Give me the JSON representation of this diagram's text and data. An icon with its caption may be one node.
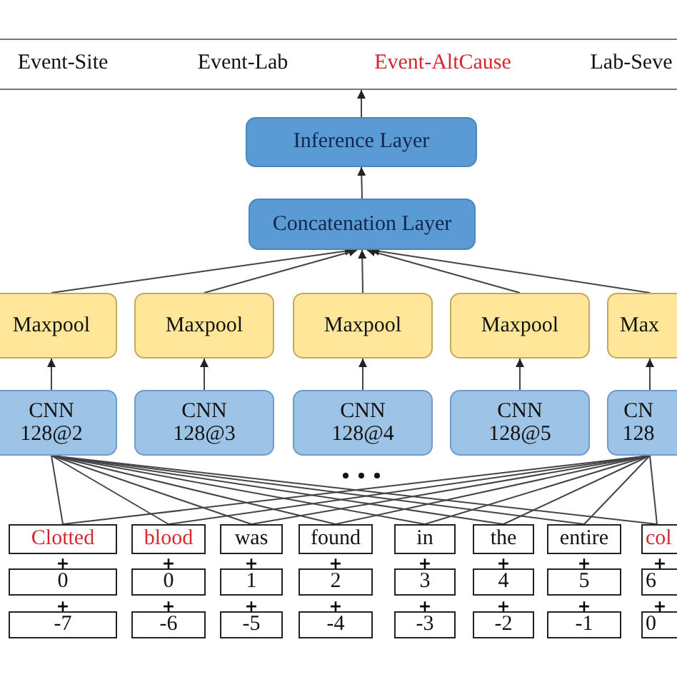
{
  "diagram": {
    "nodes": [
      {
        "text": [],
        "shape": "box"
      },
      {
        "text": [
          "Event-Site"
        ],
        "in": 0
      },
      {
        "text": [
          "Event-Lab"
        ],
        "in": 0
      },
      {
        "text": [
          "Event-AltCause"
        ],
        "in": 0
      },
      {
        "text": [
          "Lab-Seve"
        ],
        "in": 0
      },
      {
        "text": [
          "Inference Layer"
        ]
      },
      {
        "text": [
          "Concatenation Layer"
        ]
      },
      {
        "text": [
          "Maxpool"
        ]
      },
      {
        "text": [
          "Maxpool"
        ]
      },
      {
        "text": [
          "Maxpool"
        ]
      },
      {
        "text": [
          "Maxpool"
        ]
      },
      {
        "text": [
          "Max"
        ]
      },
      {
        "text": [
          "CNN 128@2"
        ]
      },
      {
        "text": [
          "CNN 128@3"
        ]
      },
      {
        "text": [
          "CNN 128@4"
        ]
      },
      {
        "text": [
          "CNN 128@5"
        ]
      },
      {
        "text": [
          "CN 128"
        ]
      },
      {
        "text": [
          "Clotted"
        ]
      },
      {
        "text": [
          "blood"
        ]
      },
      {
        "text": [
          "was"
        ]
      },
      {
        "text": [
          "found"
        ]
      },
      {
        "text": [
          "in"
        ]
      },
      {
        "text": [
          "the"
        ]
      },
      {
        "text": [
          "entire"
        ]
      },
      {
        "text": [
          "col"
        ]
      },
      {
        "text": [
          "0"
        ]
      },
      {
        "text": [
          "0"
        ]
      },
      {
        "text": [
          "1"
        ]
      },
      {
        "text": [
          "2"
        ]
      },
      {
        "text": [
          "3"
        ]
      },
      {
        "text": [
          "4"
        ]
      },
      {
        "text": [
          "5"
        ]
      },
      {
        "text": [
          "6"
        ]
      },
      {
        "text": [
          "-7"
        ]
      },
      {
        "text": [
          "-6"
        ]
      },
      {
        "text": [
          "-5"
        ]
      },
      {
        "text": [
          "-4"
        ]
      },
      {
        "text": [
          "-3"
        ]
      },
      {
        "text": [
          "-2"
        ]
      },
      {
        "text": [
          "-1"
        ]
      },
      {
        "text": [
          "0"
        ]
      }
    ],
    "edges": [
      {
        "from": 5,
        "to": 0,
        "arrow": "to"
      },
      {
        "from": 6,
        "to": 5,
        "arrow": "to"
      },
      {
        "from": 7,
        "to": 6,
        "arrow": "to"
      },
      {
        "from": 8,
        "to": 6,
        "arrow": "to"
      },
      {
        "from": 9,
        "to": 6,
        "arrow": "to"
      },
      {
        "from": 10,
        "to": 6,
        "arrow": "to"
      },
      {
        "from": 11,
        "to": 6,
        "arrow": "to"
      },
      {
        "from": 12,
        "to": 7,
        "arrow": "to"
      },
      {
        "from": 13,
        "to": 8,
        "arrow": "to"
      },
      {
        "from": 14,
        "to": 9,
        "arrow": "to"
      },
      {
        "from": 15,
        "to": 10,
        "arrow": "to"
      },
      {
        "from": 16,
        "to": 11,
        "arrow": "to"
      },
      {
        "from": 17,
        "to": 12,
        "arrow": "none"
      },
      {
        "from": 18,
        "to": 12,
        "arrow": "none"
      },
      {
        "from": 19,
        "to": 12,
        "arrow": "none"
      },
      {
        "from": 20,
        "to": 12,
        "arrow": "none"
      },
      {
        "from": 21,
        "to": 12,
        "arrow": "none"
      },
      {
        "from": 22,
        "to": 12,
        "arrow": "none"
      },
      {
        "from": 23,
        "to": 12,
        "arrow": "none"
      },
      {
        "from": 24,
        "to": 12,
        "arrow": "none"
      },
      {
        "from": 17,
        "to": 16,
        "arrow": "none"
      },
      {
        "from": 18,
        "to": 16,
        "arrow": "none"
      },
      {
        "from": 19,
        "to": 16,
        "arrow": "none"
      },
      {
        "from": 20,
        "to": 16,
        "arrow": "none"
      },
      {
        "from": 21,
        "to": 16,
        "arrow": "none"
      },
      {
        "from": 22,
        "to": 16,
        "arrow": "none"
      },
      {
        "from": 23,
        "to": 16,
        "arrow": "none"
      },
      {
        "from": 24,
        "to": 16,
        "arrow": "none"
      }
    ],
    "labels": [
      "+",
      "+",
      "+",
      "+",
      "+",
      "+",
      "+",
      "+",
      "+",
      "+",
      "+",
      "+",
      "+",
      "+",
      "+",
      "+"
    ]
  }
}
